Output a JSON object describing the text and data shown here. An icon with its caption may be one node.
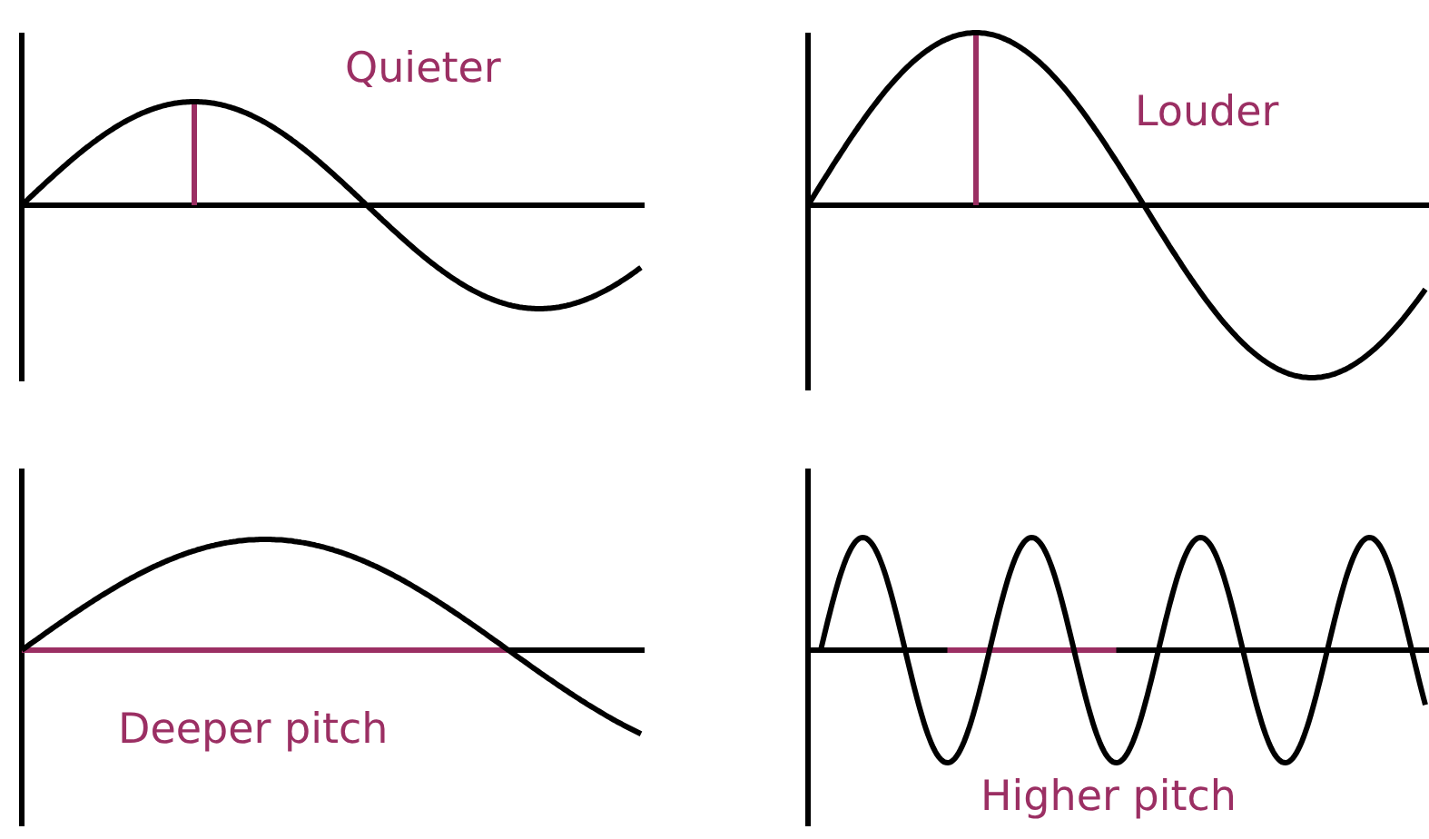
{
  "diagram": {
    "labels": [
      "Quieter",
      "Louder",
      "Deeper pitch",
      "Higher pitch"
    ]
  }
}
